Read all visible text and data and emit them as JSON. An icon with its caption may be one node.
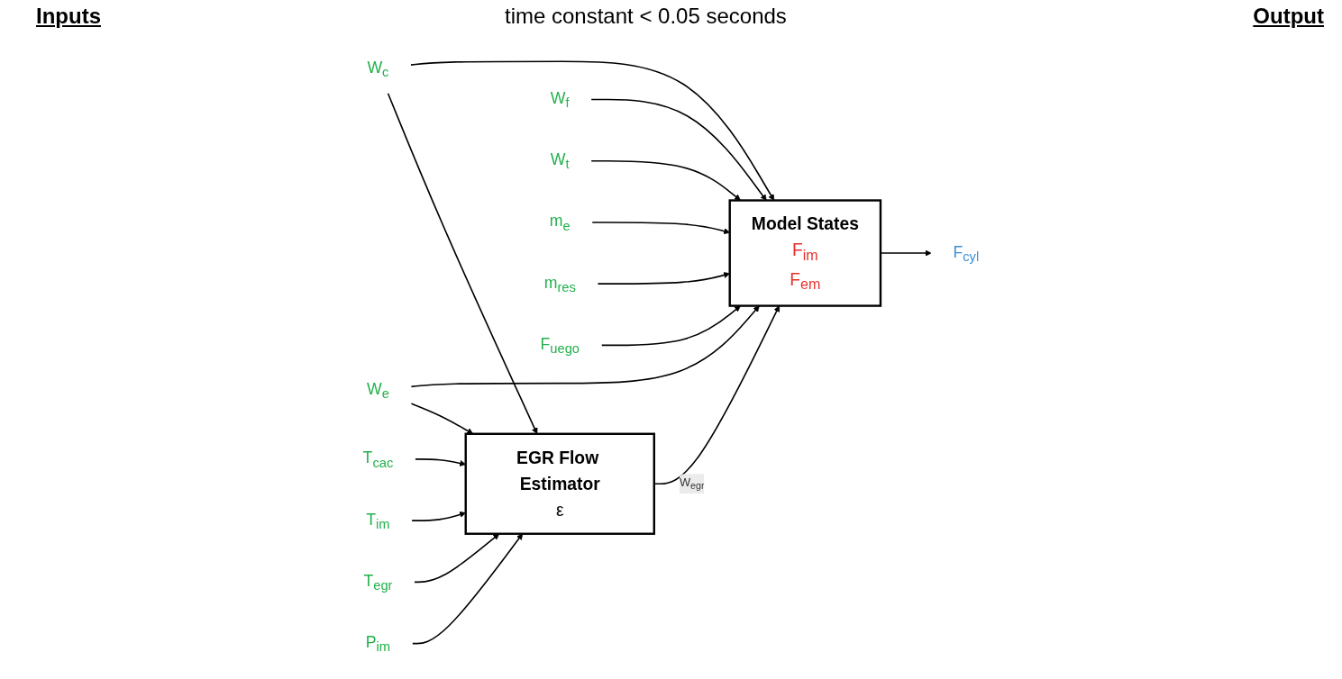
{
  "diagram": {
    "nodes": [
      {
        "text": [
          "W$_{c}$"
        ]
      },
      {
        "text": [
          "W$_{e}$"
        ]
      },
      {
        "text": [
          "EGR Flow Estimator",
          "ε"
        ]
      },
      {
        "text": [
          "T$_{cac}$"
        ]
      },
      {
        "text": [
          "T$_{im}$"
        ]
      },
      {
        "text": [
          "T$_{egr}$"
        ]
      },
      {
        "text": [
          "P$_{im}$"
        ]
      },
      {
        "text": [
          "Model States",
          "F$_{im}$",
          "F$_{em}$"
        ]
      },
      {
        "text": [
          "W$_{f}$"
        ]
      },
      {
        "text": [
          "W$_{t}$"
        ]
      },
      {
        "text": [
          "m$_{e}$"
        ]
      },
      {
        "text": [
          "m$_{res}$"
        ]
      },
      {
        "text": [
          "F$_{uego}$"
        ]
      },
      {
        "text": [
          "F$_{cyl}$"
        ]
      }
    ],
    "edges": [
      {
        "from": 0,
        "to": 7,
        "arrow": "to"
      },
      {
        "from": 1,
        "to": 7,
        "arrow": "to"
      },
      {
        "from": 1,
        "to": 2,
        "arrow": "to"
      },
      {
        "from": 0,
        "to": 2,
        "arrow": "to"
      },
      {
        "from": 3,
        "to": 2,
        "arrow": "to"
      },
      {
        "from": 4,
        "to": 2,
        "arrow": "to"
      },
      {
        "from": 5,
        "to": 2,
        "arrow": "to"
      },
      {
        "from": 6,
        "to": 2,
        "arrow": "to"
      },
      {
        "from": 2,
        "to": 7,
        "arrow": "to",
        "label": "W$_{egr}$"
      },
      {
        "from": 8,
        "to": 7,
        "arrow": "to"
      },
      {
        "from": 9,
        "to": 7,
        "arrow": "to"
      },
      {
        "from": 10,
        "to": 7,
        "arrow": "to"
      },
      {
        "from": 11,
        "to": 7,
        "arrow": "to"
      },
      {
        "from": 12,
        "to": 7,
        "arrow": "to"
      },
      {
        "from": 7,
        "to": 13,
        "arrow": "to"
      }
    ],
    "labels": [
      "time constant < 0.05 seconds",
      "Inputs",
      "Output"
    ]
  }
}
